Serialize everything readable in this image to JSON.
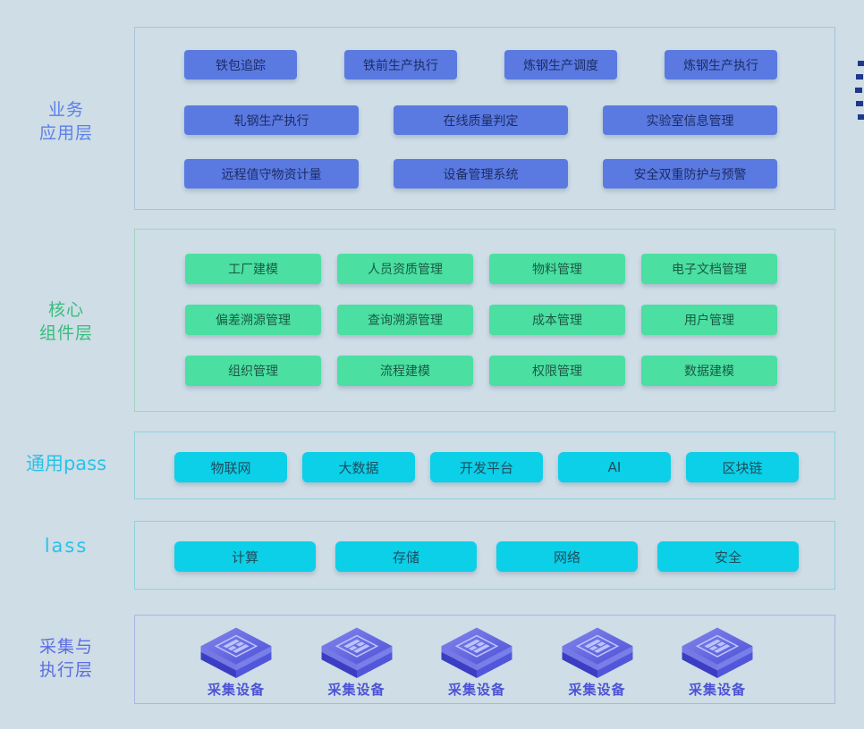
{
  "colors": {
    "background": "#cedde6",
    "app_button": "#5a7ae1",
    "component_button": "#4bdfa2",
    "paas_button": "#0ccfe8",
    "app_label": "#5d80e8",
    "component_label": "#38bd7c",
    "paas_label": "#29c2e8",
    "device_label": "#4d53d6"
  },
  "layers": {
    "business": {
      "label": "业务\n应用层",
      "rows": [
        [
          "铁包追踪",
          "铁前生产执行",
          "炼钢生产调度",
          "炼钢生产执行"
        ],
        [
          "轧钢生产执行",
          "在线质量判定",
          "实验室信息管理"
        ],
        [
          "远程值守物资计量",
          "设备管理系统",
          "安全双重防护与预警"
        ]
      ]
    },
    "core": {
      "label": "核心\n组件层",
      "rows": [
        [
          "工厂建模",
          "人员资质管理",
          "物料管理",
          "电子文档管理"
        ],
        [
          "偏差溯源管理",
          "查询溯源管理",
          "成本管理",
          "用户管理"
        ],
        [
          "组织管理",
          "流程建模",
          "权限管理",
          "数据建模"
        ]
      ]
    },
    "paas": {
      "label": "通用pass",
      "rows": [
        [
          "物联网",
          "大数据",
          "开发平台",
          "AI",
          "区块链"
        ]
      ]
    },
    "iaas": {
      "label": "lass",
      "rows": [
        [
          "计算",
          "存储",
          "网络",
          "安全"
        ]
      ]
    },
    "collection": {
      "label": "采集与\n执行层",
      "devices": [
        "采集设备",
        "采集设备",
        "采集设备",
        "采集设备",
        "采集设备"
      ]
    }
  },
  "icons": {
    "device_cube": "chip-cube-icon"
  }
}
